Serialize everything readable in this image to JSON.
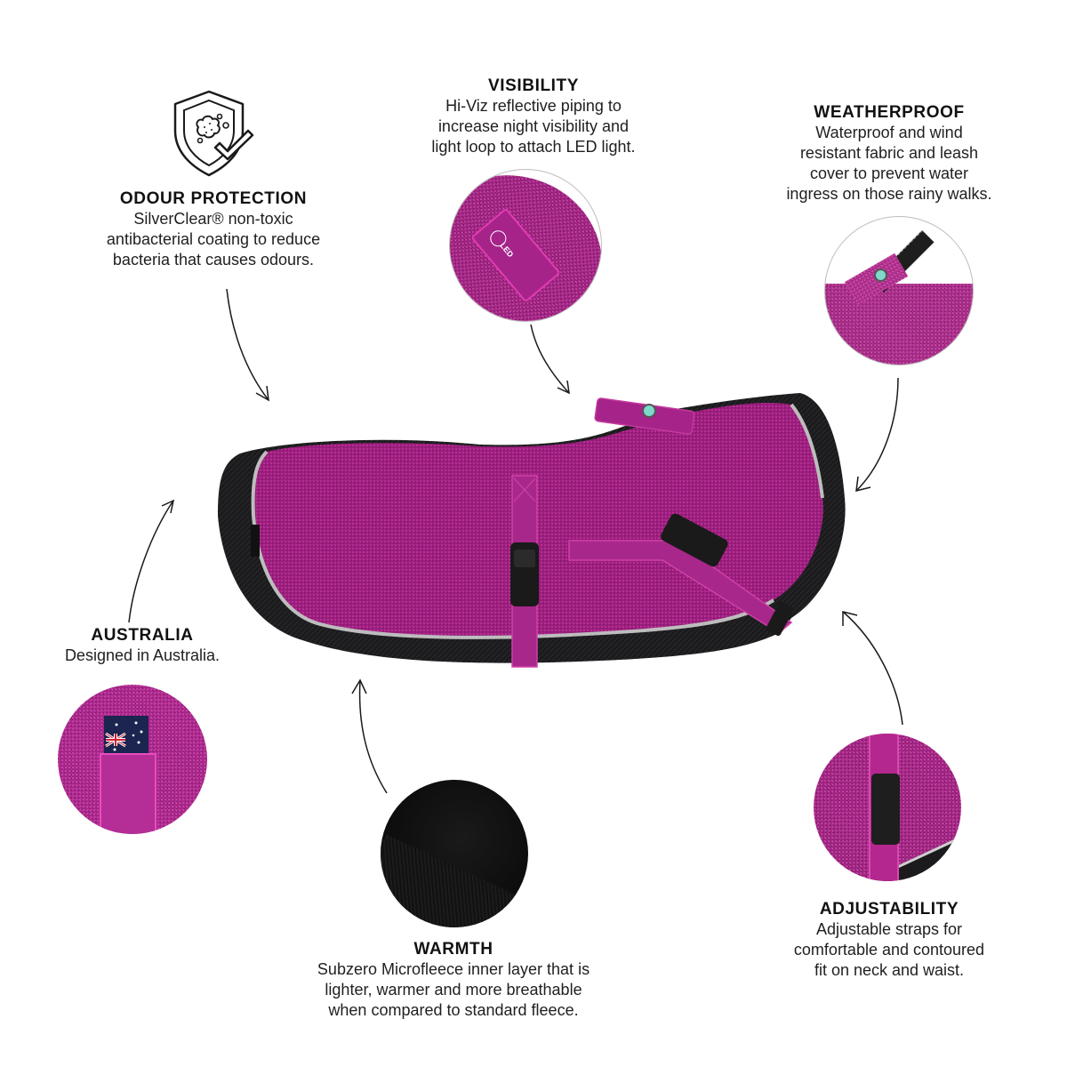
{
  "colors": {
    "fabric_magenta": "#9c1f7e",
    "fabric_highlight": "#d64aaf",
    "trim_black": "#1b1b1d",
    "reflective_grey": "#b9b9b9",
    "text": "#1a1a1a",
    "background": "#ffffff"
  },
  "features": {
    "odour": {
      "icon": "shield-bacteria-check-icon",
      "title": "ODOUR PROTECTION",
      "lines": [
        "SilverClear® non-toxic",
        "antibacterial coating to reduce",
        "bacteria that causes odours."
      ]
    },
    "visibility": {
      "title": "VISIBILITY",
      "lines": [
        "Hi-Viz reflective piping to",
        "increase night visibility and",
        "light loop to attach LED light."
      ],
      "image": "led-light-loop-closeup",
      "image_label": "LED"
    },
    "weatherproof": {
      "title": "WEATHERPROOF",
      "lines": [
        "Waterproof and wind",
        "resistant fabric and leash",
        "cover to prevent water",
        "ingress on those rainy walks."
      ],
      "image": "leash-cover-closeup"
    },
    "australia": {
      "title": "AUSTRALIA",
      "lines": [
        "Designed in Australia."
      ],
      "image": "australian-flag-label-closeup"
    },
    "warmth": {
      "title": "WARMTH",
      "lines": [
        "Subzero Microfleece inner layer that is",
        "lighter, warmer and more breathable",
        "when compared to standard fleece."
      ],
      "image": "black-microfleece-closeup"
    },
    "adjustability": {
      "title": "ADJUSTABILITY",
      "lines": [
        "Adjustable straps for",
        "comfortable and contoured",
        "fit on neck and waist."
      ],
      "image": "buckle-strap-closeup"
    }
  },
  "product": {
    "image": "magenta-dog-coat-side-view"
  }
}
